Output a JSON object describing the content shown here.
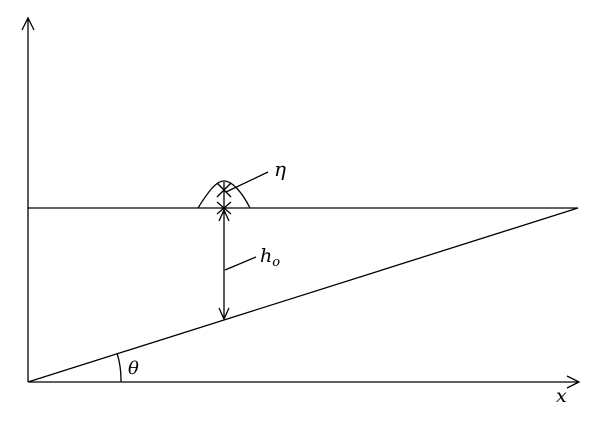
{
  "diagram": {
    "labels": {
      "eta": "η",
      "h": "h",
      "h_subscript": "o",
      "theta": "θ",
      "x_axis": "x"
    }
  }
}
